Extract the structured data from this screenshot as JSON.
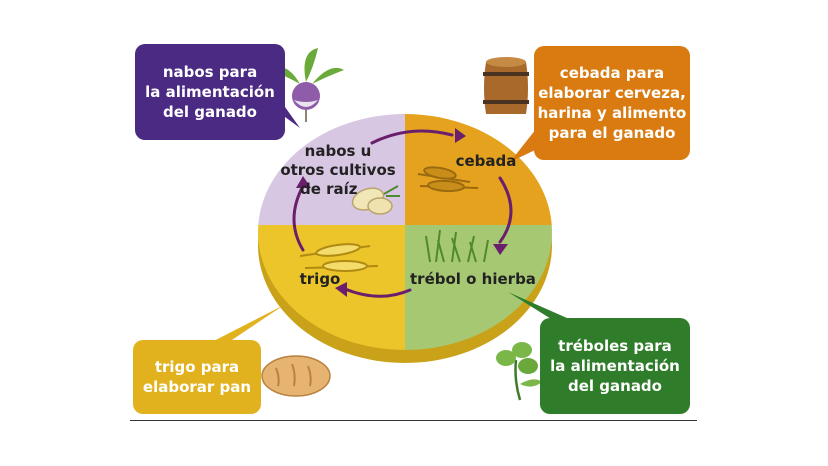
{
  "diagram": {
    "sections": [
      {
        "id": "nabos",
        "label_lines": [
          "nabos u",
          "otros cultivos",
          "de raíz"
        ],
        "color": "#d7c7e3"
      },
      {
        "id": "cebada",
        "label_lines": [
          "cebada"
        ],
        "color": "#e4a21f"
      },
      {
        "id": "trebol",
        "label_lines": [
          "trébol o hierba"
        ],
        "color": "#a7c873"
      },
      {
        "id": "trigo",
        "label_lines": [
          "trigo"
        ],
        "color": "#ecc52a"
      }
    ],
    "callouts": [
      {
        "id": "nabos",
        "lines": [
          "nabos para",
          "la alimentación",
          "del ganado"
        ],
        "color": "#4b2a83"
      },
      {
        "id": "cebada",
        "lines": [
          "cebada para",
          "elaborar cerveza,",
          "harina y alimento",
          "para el ganado"
        ],
        "color": "#d97b10"
      },
      {
        "id": "trigo",
        "lines": [
          "trigo para",
          "elaborar pan"
        ],
        "color": "#e1b21e"
      },
      {
        "id": "treboles",
        "lines": [
          "tréboles para",
          "la alimentación",
          "del ganado"
        ],
        "color": "#2f7d2a"
      }
    ],
    "arrow_color": "#6a1f6d",
    "icons": [
      "turnip-icon",
      "barrel-icon",
      "wheat-icon",
      "grass-icon",
      "bread-icon",
      "clover-icon",
      "root-vegetable-icon"
    ]
  }
}
